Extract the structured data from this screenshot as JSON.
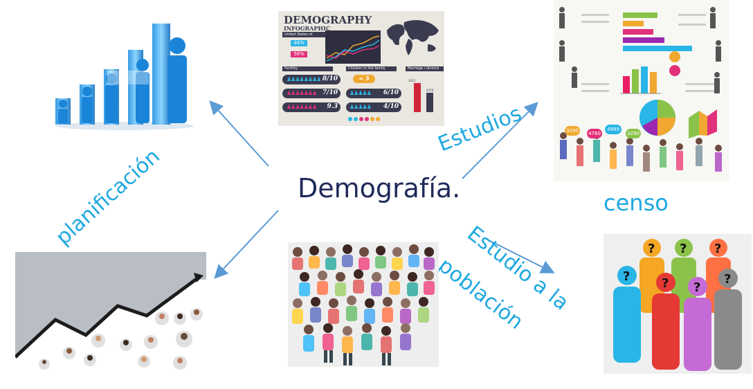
{
  "center": {
    "title": "Demografía."
  },
  "labels": {
    "estudios": "Estudios",
    "censo": "censo",
    "planificacion": "planificación",
    "poblacion_line1": "Estudio a la",
    "poblacion_line2": "población"
  },
  "infographic": {
    "title": "DEMOGRAPHY",
    "subtitle": "INFOGRAPHIC",
    "header_country": "United States of America",
    "pct_male": "44%",
    "pct_female": "56%",
    "sec_fertility": "Fertility",
    "sec_children": "Children in the family",
    "sec_marriage": "Marriage / divorce",
    "ratio_1": "8/10",
    "ratio_2": "7/10",
    "ratio_3": "9.3",
    "ratio_4": "6/10",
    "ratio_5": "4/10",
    "children_eq": "= 3",
    "bar_val_1": "3423",
    "bar_val_2": "4378"
  },
  "stats_image": {
    "bubble_labels": [
      "3290",
      "4760",
      "4989",
      "3290"
    ]
  },
  "colors": {
    "accent": "#1fa8e0",
    "title": "#1f2a5a",
    "arrow": "#5b9bd5"
  }
}
